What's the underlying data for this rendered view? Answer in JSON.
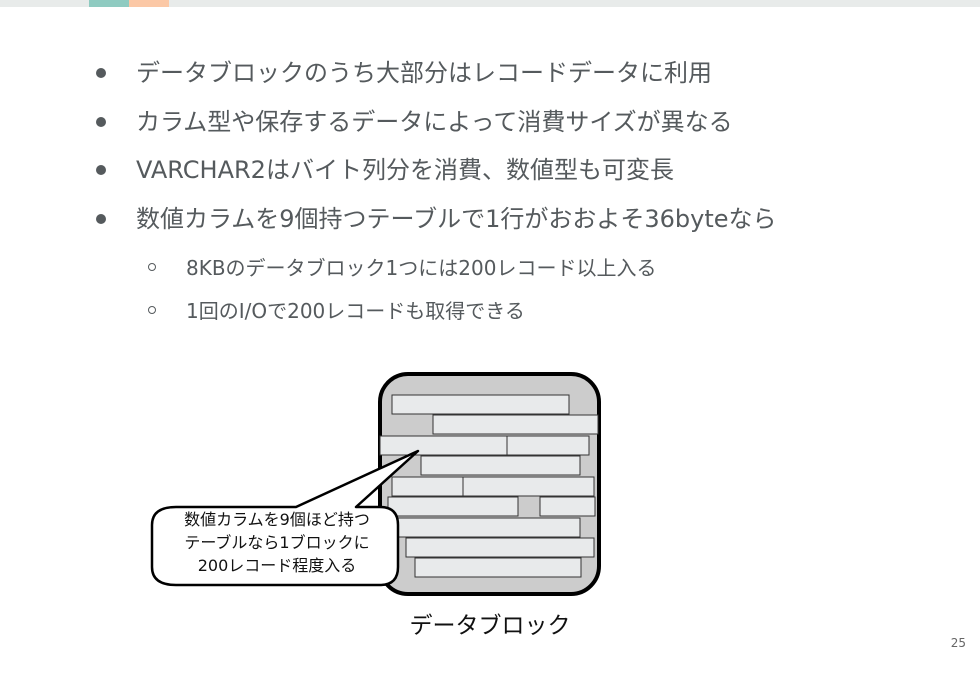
{
  "theme": {
    "accent_teal": "#8fcbc1",
    "accent_peach": "#fbc8a6",
    "text_color": "#555a5d"
  },
  "bullets": [
    {
      "text": "データブロックのうち大部分はレコードデータに利用"
    },
    {
      "text": "カラム型や保存するデータによって消費サイズが異なる"
    },
    {
      "text": "VARCHAR2はバイト列分を消費、数値型も可変長"
    },
    {
      "text": "数値カラムを9個持つテーブルで1行がおおよそ36byteなら"
    }
  ],
  "sub_bullets": [
    {
      "text": "8KBのデータブロック1つには200レコード以上入る"
    },
    {
      "text": "1回のI/Oで200レコードも取得できる"
    }
  ],
  "diagram": {
    "label": "データブロック",
    "callout_lines": [
      "数値カラムを9個ほど持つ",
      "テーブルなら1ブロックに",
      "200レコード程度入る"
    ]
  },
  "page_number": "25"
}
